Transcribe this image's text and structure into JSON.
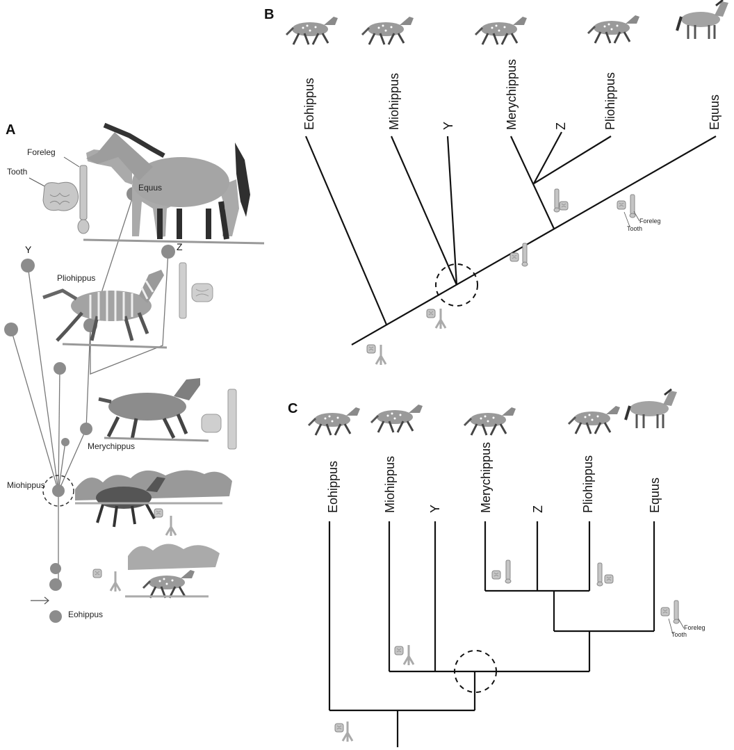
{
  "panel_a": {
    "label": "A",
    "foreleg": "Foreleg",
    "tooth": "Tooth",
    "equus": "Equus",
    "y": "Y",
    "z": "Z",
    "pliohippus": "Pliohippus",
    "merychippus": "Merychippus",
    "miohippus": "Miohippus",
    "eohippus": "Eohippus"
  },
  "panel_b": {
    "label": "B",
    "taxa": [
      "Eohippus",
      "Miohippus",
      "Y",
      "Merychippus",
      "Z",
      "Pliohippus",
      "Equus"
    ],
    "foreleg": "Foreleg",
    "tooth": "Tooth"
  },
  "panel_c": {
    "label": "C",
    "taxa": [
      "Eohippus",
      "Miohippus",
      "Y",
      "Merychippus",
      "Z",
      "Pliohippus",
      "Equus"
    ],
    "foreleg": "Foreleg",
    "tooth": "Tooth"
  },
  "colors": {
    "line": "#111111",
    "node": "#8c8c8c",
    "horse_body": "#a9a9a9",
    "horse_dark": "#2f2f2f",
    "fossil": "#b9b9b9"
  },
  "icons": [
    "horse-icon",
    "tooth-icon",
    "foreleg-icon",
    "tree-icon"
  ]
}
